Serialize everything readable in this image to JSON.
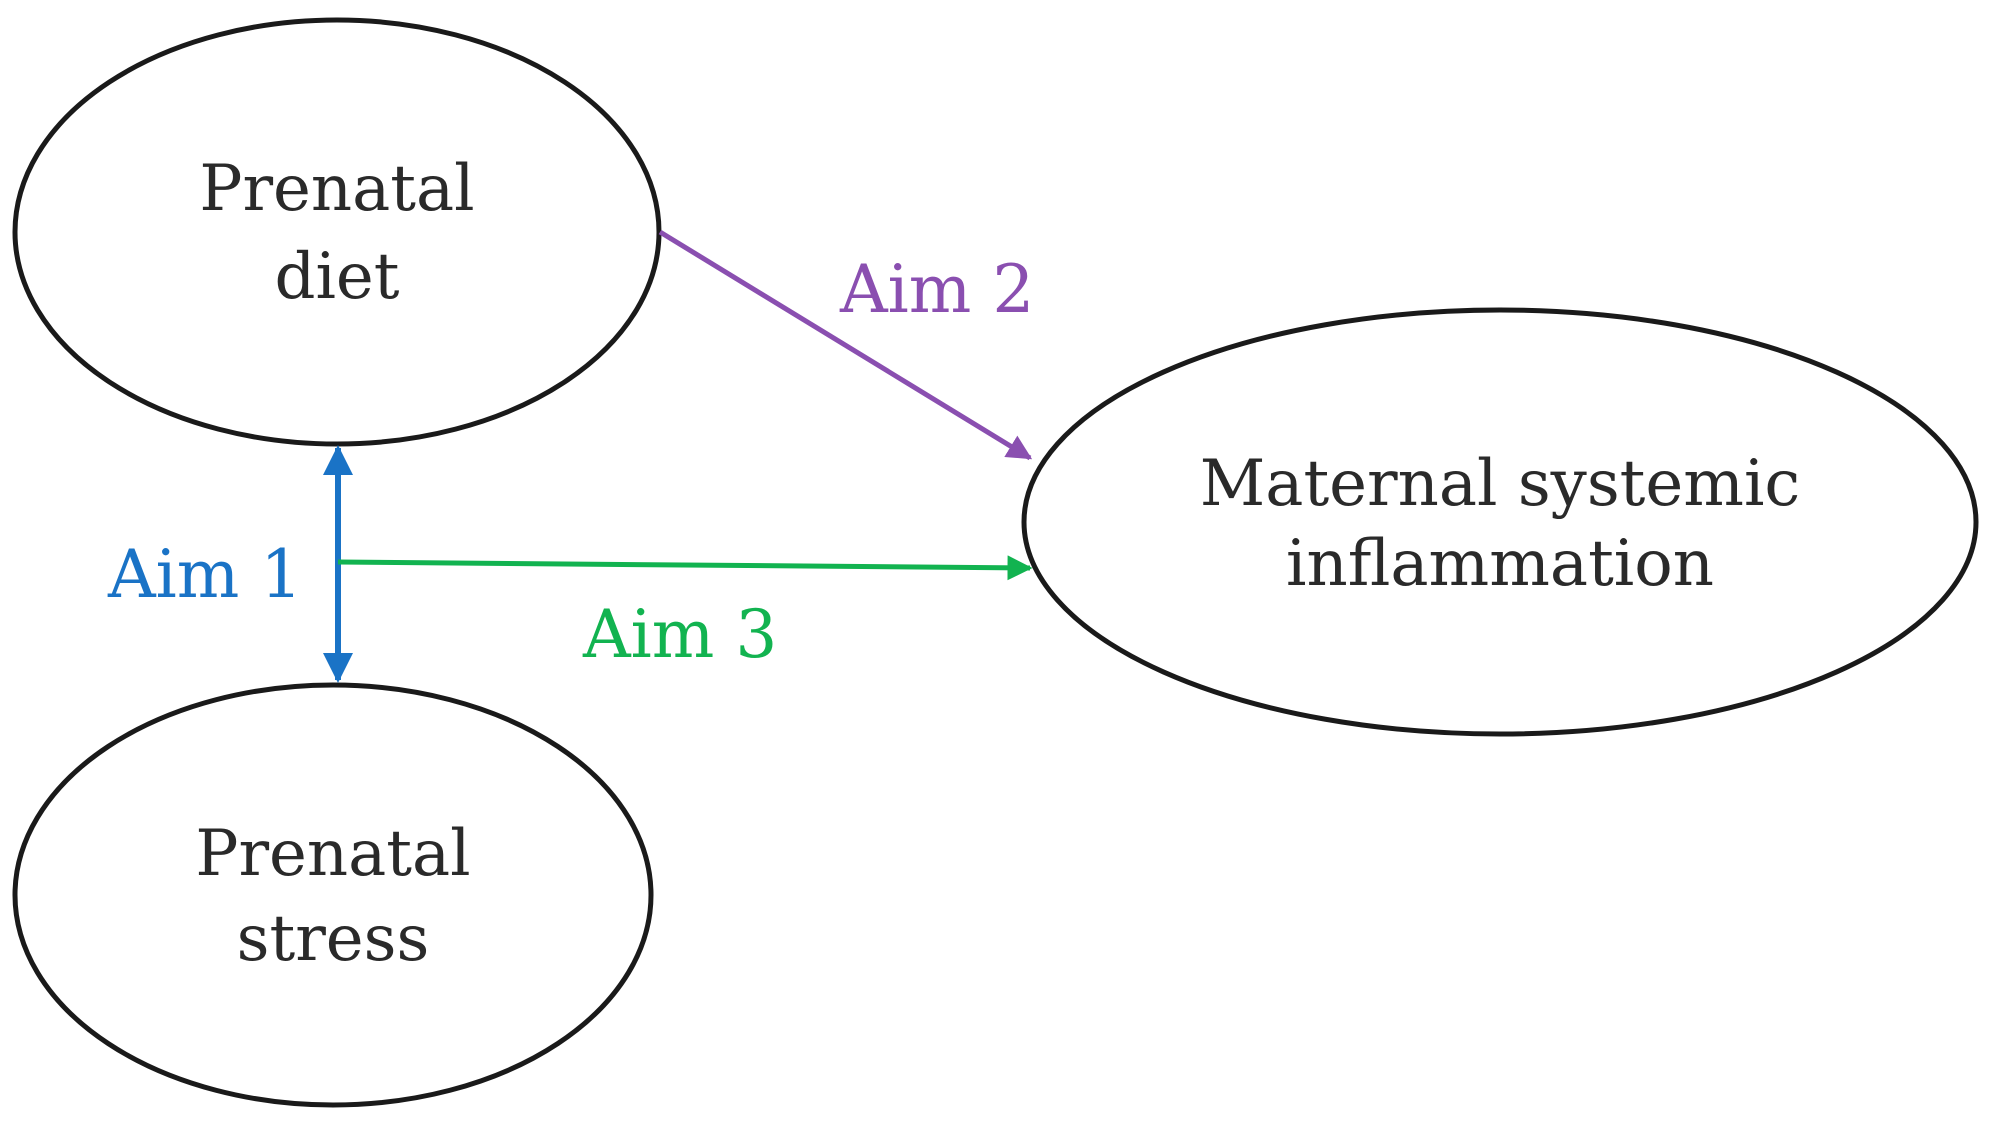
{
  "nodes": {
    "diet": {
      "line1": "Prenatal",
      "line2": "diet"
    },
    "stress": {
      "line1": "Prenatal",
      "line2": "stress"
    },
    "inflammation": {
      "line1": "Maternal systemic",
      "line2": "inflammation"
    }
  },
  "aims": {
    "aim1": {
      "label": "Aim 1",
      "color": "#1a73c6"
    },
    "aim2": {
      "label": "Aim 2",
      "color": "#8a4fb0"
    },
    "aim3": {
      "label": "Aim 3",
      "color": "#12b350"
    }
  },
  "edges": [
    {
      "id": "aim1",
      "from": "diet",
      "to": "stress",
      "bidirectional": true
    },
    {
      "id": "aim2",
      "from": "diet",
      "to": "inflammation",
      "bidirectional": false
    },
    {
      "id": "aim3",
      "from": "aim1-edge",
      "to": "inflammation",
      "bidirectional": false
    }
  ]
}
